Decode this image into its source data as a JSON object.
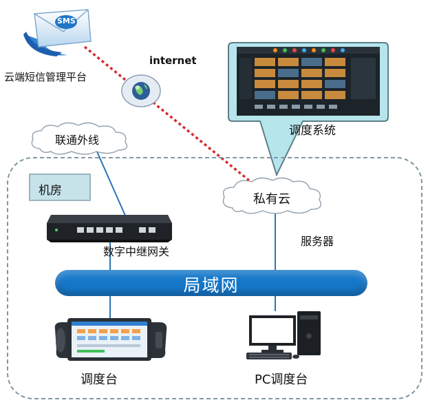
{
  "labels": {
    "sms_badge": "SMS",
    "sms_platform": "云端短信管理平台",
    "internet": "internet",
    "dispatch_system": "调度系统",
    "unicom_line": "联通外线",
    "machine_room": "机房",
    "private_cloud": "私有云",
    "server": "服务器",
    "gateway": "数字中继网关",
    "lan": "局域网",
    "dispatch_console": "调度台",
    "pc_console": "PC调度台"
  },
  "colors": {
    "lan": "#1677c9",
    "dashed_link": "#d62a2a",
    "lines": "#2a73b8",
    "room_border": "#7f97a3",
    "room_tag": "#c6e3ea"
  },
  "icons": [
    "envelope-icon",
    "globe-icon",
    "cloud-icon",
    "gateway-device-icon",
    "touch-console-icon",
    "desktop-pc-icon",
    "monitor-screen-icon"
  ]
}
